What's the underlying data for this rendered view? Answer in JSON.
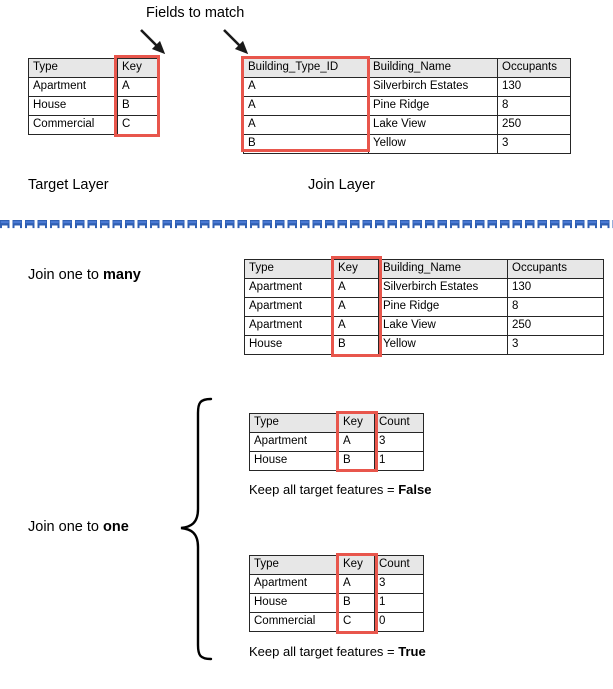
{
  "annotations": {
    "fields_to_match": "Fields to match",
    "target_layer": "Target Layer",
    "join_layer": "Join Layer",
    "join_one_to_many_prefix": "Join one to ",
    "join_one_to_many_emphasis": "many",
    "join_one_to_one_prefix": "Join one to ",
    "join_one_to_one_emphasis": "one",
    "keep_all_false_prefix": "Keep all target features = ",
    "keep_all_false_emphasis": "False",
    "keep_all_true_prefix": "Keep all target features = ",
    "keep_all_true_emphasis": "True"
  },
  "colors": {
    "highlight": "#e8564c",
    "header_fill": "#e7e7e7",
    "border": "#262626",
    "divider_blue": "#2f5fb3",
    "divider_blue_light": "#4f7fd1",
    "arrow": "#1a1a1a",
    "brace": "#000000"
  },
  "target_table": {
    "name": "Target Layer table",
    "columns": [
      "Type",
      "Key"
    ],
    "rows": [
      [
        "Apartment",
        "A"
      ],
      [
        "House",
        "B"
      ],
      [
        "Commercial",
        "C"
      ]
    ],
    "highlighted_column": "Key"
  },
  "join_table": {
    "name": "Join Layer table",
    "columns": [
      "Building_Type_ID",
      "Building_Name",
      "Occupants"
    ],
    "rows": [
      [
        "A",
        "Silverbirch Estates",
        "130"
      ],
      [
        "A",
        "Pine Ridge",
        "8"
      ],
      [
        "A",
        "Lake View",
        "250"
      ],
      [
        "B",
        "Yellow",
        "3"
      ]
    ],
    "highlighted_column": "Building_Type_ID"
  },
  "one_to_many_table": {
    "name": "Join one to many result table",
    "columns": [
      "Type",
      "Key",
      "Building_Name",
      "Occupants"
    ],
    "rows": [
      [
        "Apartment",
        "A",
        "Silverbirch Estates",
        "130"
      ],
      [
        "Apartment",
        "A",
        "Pine Ridge",
        "8"
      ],
      [
        "Apartment",
        "A",
        "Lake View",
        "250"
      ],
      [
        "House",
        "B",
        "Yellow",
        "3"
      ]
    ],
    "highlighted_column": "Key"
  },
  "one_to_one_false_table": {
    "name": "Join one to one keep-all-false result table",
    "columns": [
      "Type",
      "Key",
      "Count"
    ],
    "rows": [
      [
        "Apartment",
        "A",
        "3"
      ],
      [
        "House",
        "B",
        "1"
      ]
    ],
    "highlighted_column": "Key"
  },
  "one_to_one_true_table": {
    "name": "Join one to one keep-all-true result table",
    "columns": [
      "Type",
      "Key",
      "Count"
    ],
    "rows": [
      [
        "Apartment",
        "A",
        "3"
      ],
      [
        "House",
        "B",
        "1"
      ],
      [
        "Commercial",
        "C",
        "0"
      ]
    ],
    "highlighted_column": "Key"
  }
}
